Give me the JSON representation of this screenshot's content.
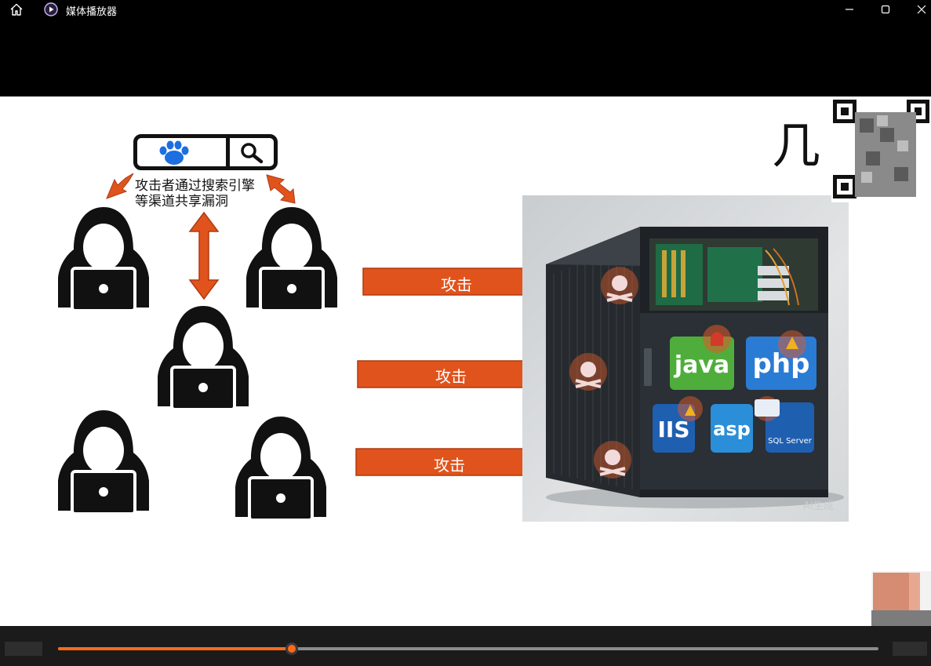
{
  "window": {
    "title": "媒体播放器",
    "home_icon": "home-icon",
    "app_icon": "media-player-icon",
    "controls": [
      "minimize-icon",
      "maximize-icon",
      "close-icon"
    ]
  },
  "slide": {
    "caption_line1": "攻击者通过搜索引擎",
    "caption_line2": "等渠道共享漏洞",
    "attack_labels": [
      "攻击",
      "攻击",
      "攻击"
    ],
    "headline_visible": "几",
    "server_tech_logos": [
      "java",
      "php",
      "IIS",
      "asp",
      "SQL Server"
    ],
    "watermark": "AI生成",
    "colors": {
      "arrow": "#e0531c",
      "arrow_border": "#b03a0f",
      "search_icon": "#1d6fe0",
      "hacker": "#111111"
    }
  },
  "player": {
    "progress_fraction": 0.285,
    "accent": "#ff6a1a"
  }
}
